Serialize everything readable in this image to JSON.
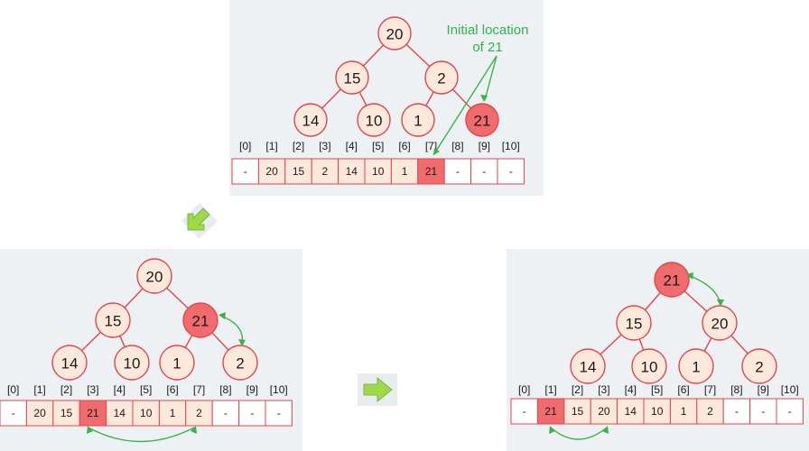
{
  "panels": [
    {
      "nodes": [
        "20",
        "15",
        "2",
        "14",
        "10",
        "1",
        "21"
      ],
      "highlight_node": 6,
      "indices": [
        "[0]",
        "[1]",
        "[2]",
        "[3]",
        "[4]",
        "[5]",
        "[6]",
        "[7]",
        "[8]",
        "[9]",
        "[10]"
      ],
      "array": [
        "-",
        "20",
        "15",
        "2",
        "14",
        "10",
        "1",
        "21",
        "-",
        "-",
        "-"
      ],
      "highlight_cell": 7,
      "annotation": [
        "Initial location",
        "of 21"
      ]
    },
    {
      "nodes": [
        "20",
        "15",
        "21",
        "14",
        "10",
        "1",
        "2"
      ],
      "highlight_node": 2,
      "indices": [
        "[0]",
        "[1]",
        "[2]",
        "[3]",
        "[4]",
        "[5]",
        "[6]",
        "[7]",
        "[8]",
        "[9]",
        "[10]"
      ],
      "array": [
        "-",
        "20",
        "15",
        "21",
        "14",
        "10",
        "1",
        "2",
        "-",
        "-",
        "-"
      ],
      "highlight_cell": 3
    },
    {
      "nodes": [
        "21",
        "15",
        "20",
        "14",
        "10",
        "1",
        "2"
      ],
      "highlight_node": 0,
      "indices": [
        "[0]",
        "[1]",
        "[2]",
        "[3]",
        "[4]",
        "[5]",
        "[6]",
        "[7]",
        "[8]",
        "[9]",
        "[10]"
      ],
      "array": [
        "-",
        "21",
        "15",
        "20",
        "14",
        "10",
        "1",
        "2",
        "-",
        "-",
        "-"
      ],
      "highlight_cell": 1
    }
  ],
  "colors": {
    "edge": "#e0464a",
    "node_fill": "#fde9dc",
    "highlight": "#ef6b6e",
    "annotation": "#2fb24a",
    "flow_arrow": "#9ed94a"
  },
  "flow_icons": [
    "down-left-arrow-icon",
    "right-arrow-icon"
  ]
}
